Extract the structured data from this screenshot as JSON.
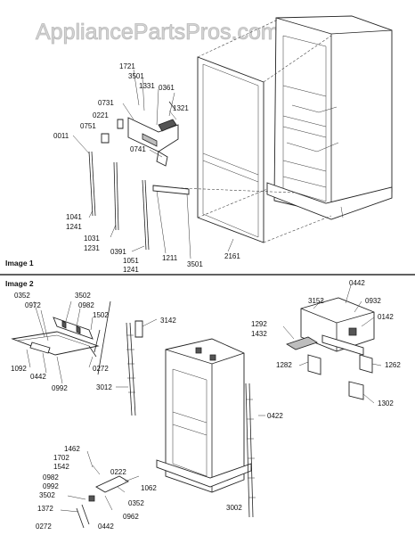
{
  "watermark": "AppliancePartsPros.com",
  "sections": [
    {
      "id": "image1",
      "label": "Image 1"
    },
    {
      "id": "image2",
      "label": "Image 2"
    }
  ],
  "callouts_image1": [
    "1721",
    "3501",
    "1331",
    "0361",
    "0731",
    "0221",
    "1321",
    "0751",
    "0011",
    "0741",
    "1041",
    "1241",
    "1031",
    "1231",
    "0391",
    "1051",
    "1241",
    "1211",
    "3501",
    "2161"
  ],
  "callouts_image2": [
    "0352",
    "0972",
    "3502",
    "0982",
    "1502",
    "1092",
    "0442",
    "0992",
    "0272",
    "3142",
    "3012",
    "1462",
    "1702",
    "1542",
    "0222",
    "1062",
    "0982",
    "0992",
    "0352",
    "3502",
    "0962",
    "1372",
    "0442",
    "0272",
    "0422",
    "3002",
    "3152",
    "0442",
    "0932",
    "1292",
    "1432",
    "0142",
    "1282",
    "1262",
    "1302"
  ]
}
